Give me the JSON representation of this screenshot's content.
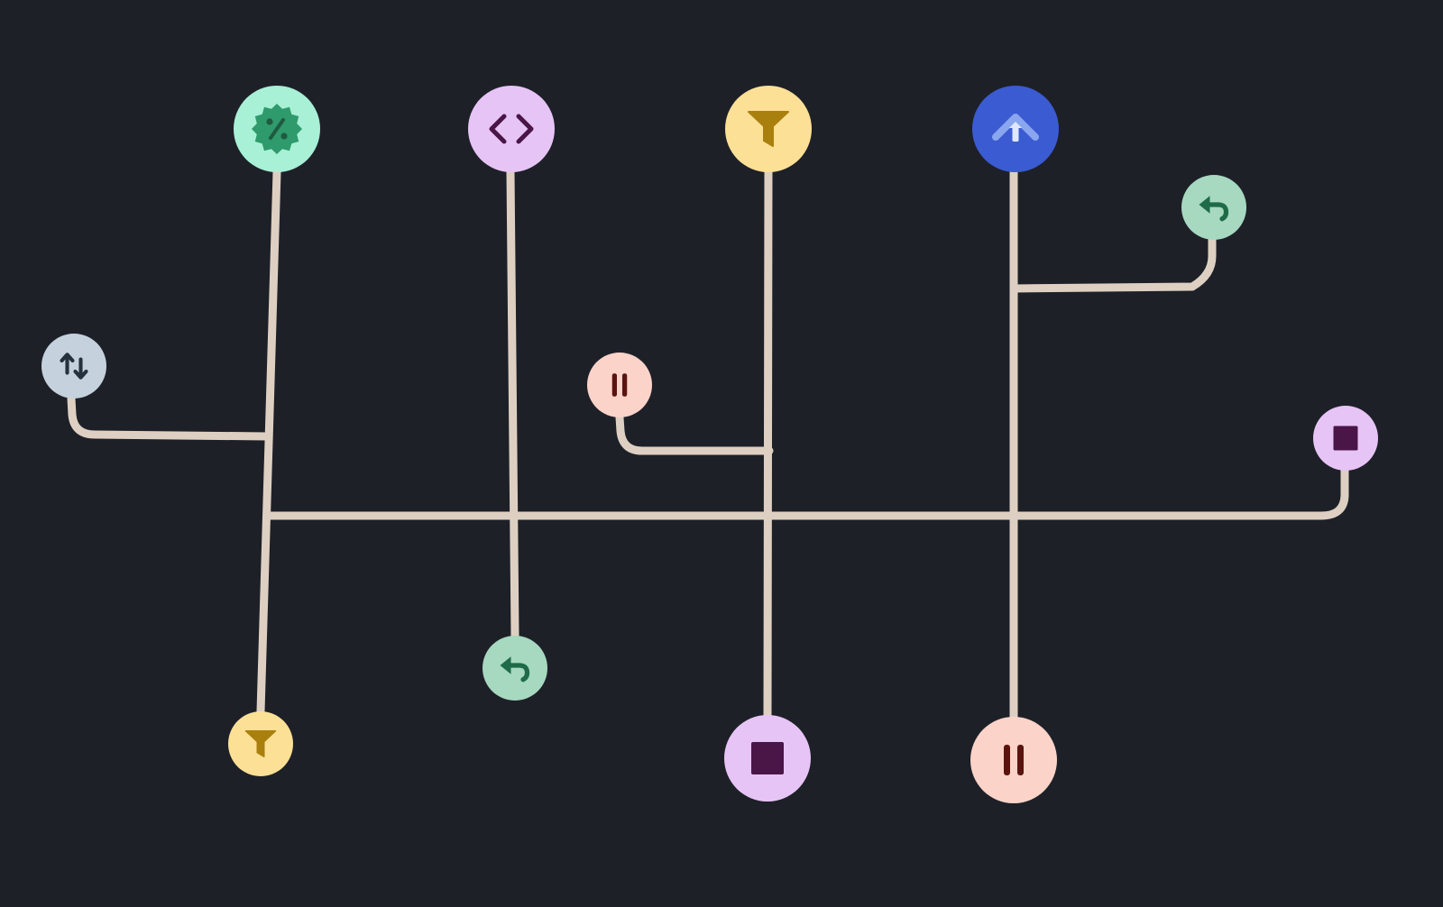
{
  "palette": {
    "background": "#1e2028",
    "wire": "#ddd0c2"
  },
  "nodes": [
    {
      "id": "discount-top",
      "icon": "percent-badge-icon",
      "size": "large",
      "fill": "#a8f0d6",
      "ink": "#2f9a6c",
      "accent": "#1f5a3f",
      "interactable": true
    },
    {
      "id": "code-top",
      "icon": "code-icon",
      "size": "large",
      "fill": "#e7c4f6",
      "ink": "#4a1547",
      "interactable": true
    },
    {
      "id": "filter-top",
      "icon": "filter-icon",
      "size": "large",
      "fill": "#fce096",
      "ink": "#a9800e",
      "interactable": true
    },
    {
      "id": "up-top",
      "icon": "chevron-up-icon",
      "size": "large",
      "fill": "#3b5bd2",
      "ink": "#8aa6ef",
      "accent": "#dfe7ff",
      "interactable": true
    },
    {
      "id": "reply-upper-right",
      "icon": "reply-arrow-icon",
      "size": "small",
      "fill": "#a6d9c0",
      "ink": "#1f6b48",
      "interactable": true
    },
    {
      "id": "sort-left",
      "icon": "sort-arrows-icon",
      "size": "small",
      "fill": "#c5d2dd",
      "ink": "#25313c",
      "interactable": true
    },
    {
      "id": "pause-middle",
      "icon": "pause-icon",
      "size": "small",
      "fill": "#fbd3c8",
      "ink": "#5a1410",
      "interactable": true
    },
    {
      "id": "stop-right",
      "icon": "stop-icon",
      "size": "small",
      "fill": "#e7c4f6",
      "ink": "#4a1547",
      "interactable": true
    },
    {
      "id": "filter-bottom",
      "icon": "filter-icon",
      "size": "small",
      "fill": "#fce096",
      "ink": "#a9800e",
      "interactable": true
    },
    {
      "id": "reply-bottom",
      "icon": "reply-arrow-icon",
      "size": "small",
      "fill": "#a6d9c0",
      "ink": "#1f6b48",
      "interactable": true
    },
    {
      "id": "stop-bottom",
      "icon": "stop-icon",
      "size": "large",
      "fill": "#e7c4f6",
      "ink": "#4a1547",
      "interactable": true
    },
    {
      "id": "pause-bottom",
      "icon": "pause-icon",
      "size": "large",
      "fill": "#fbd3c8",
      "ink": "#5a1410",
      "interactable": true
    }
  ],
  "connections": [
    [
      "discount-top",
      "filter-bottom"
    ],
    [
      "code-top",
      "reply-bottom"
    ],
    [
      "filter-top",
      "stop-bottom"
    ],
    [
      "up-top",
      "pause-bottom"
    ],
    [
      "reply-upper-right",
      "up-top"
    ],
    [
      "sort-left",
      "discount-top"
    ],
    [
      "pause-middle",
      "filter-top"
    ],
    [
      "stop-right",
      "discount-top"
    ]
  ]
}
